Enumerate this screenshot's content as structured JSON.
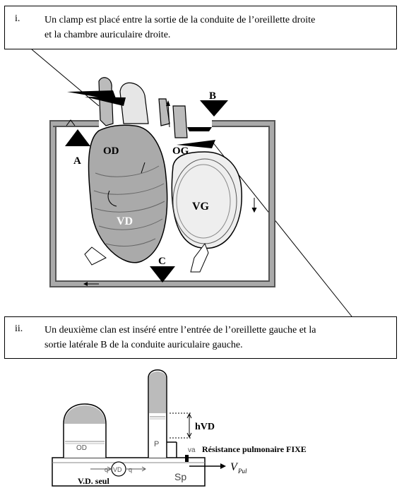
{
  "note_i": {
    "number": "i.",
    "line1": "Un clamp est placé entre la sortie de la conduite de l’oreillette droite",
    "line2": "et la chambre auriculaire droite."
  },
  "note_ii": {
    "number": "ii.",
    "line1": "Un deuxième clan est  inséré entre l’entrée de l’oreillette gauche et la",
    "line2": "sortie latérale B de la conduite auriculaire gauche."
  },
  "heart_labels": {
    "A": "A",
    "B": "B",
    "C": "C",
    "OD": "OD",
    "OG": "OG",
    "VD": "VD",
    "VG": "VG"
  },
  "model_labels": {
    "od": "OD",
    "vd": "VD",
    "p": "P",
    "hvd": "hVD",
    "valve": "va",
    "resistance": "Résistance pulmonaire FIXE",
    "sp": "Sp",
    "vpul_main": "V",
    "vpul_sub": "Pul",
    "vd_seul": "V.D. seul",
    "q1": "q",
    "q2": "q"
  }
}
